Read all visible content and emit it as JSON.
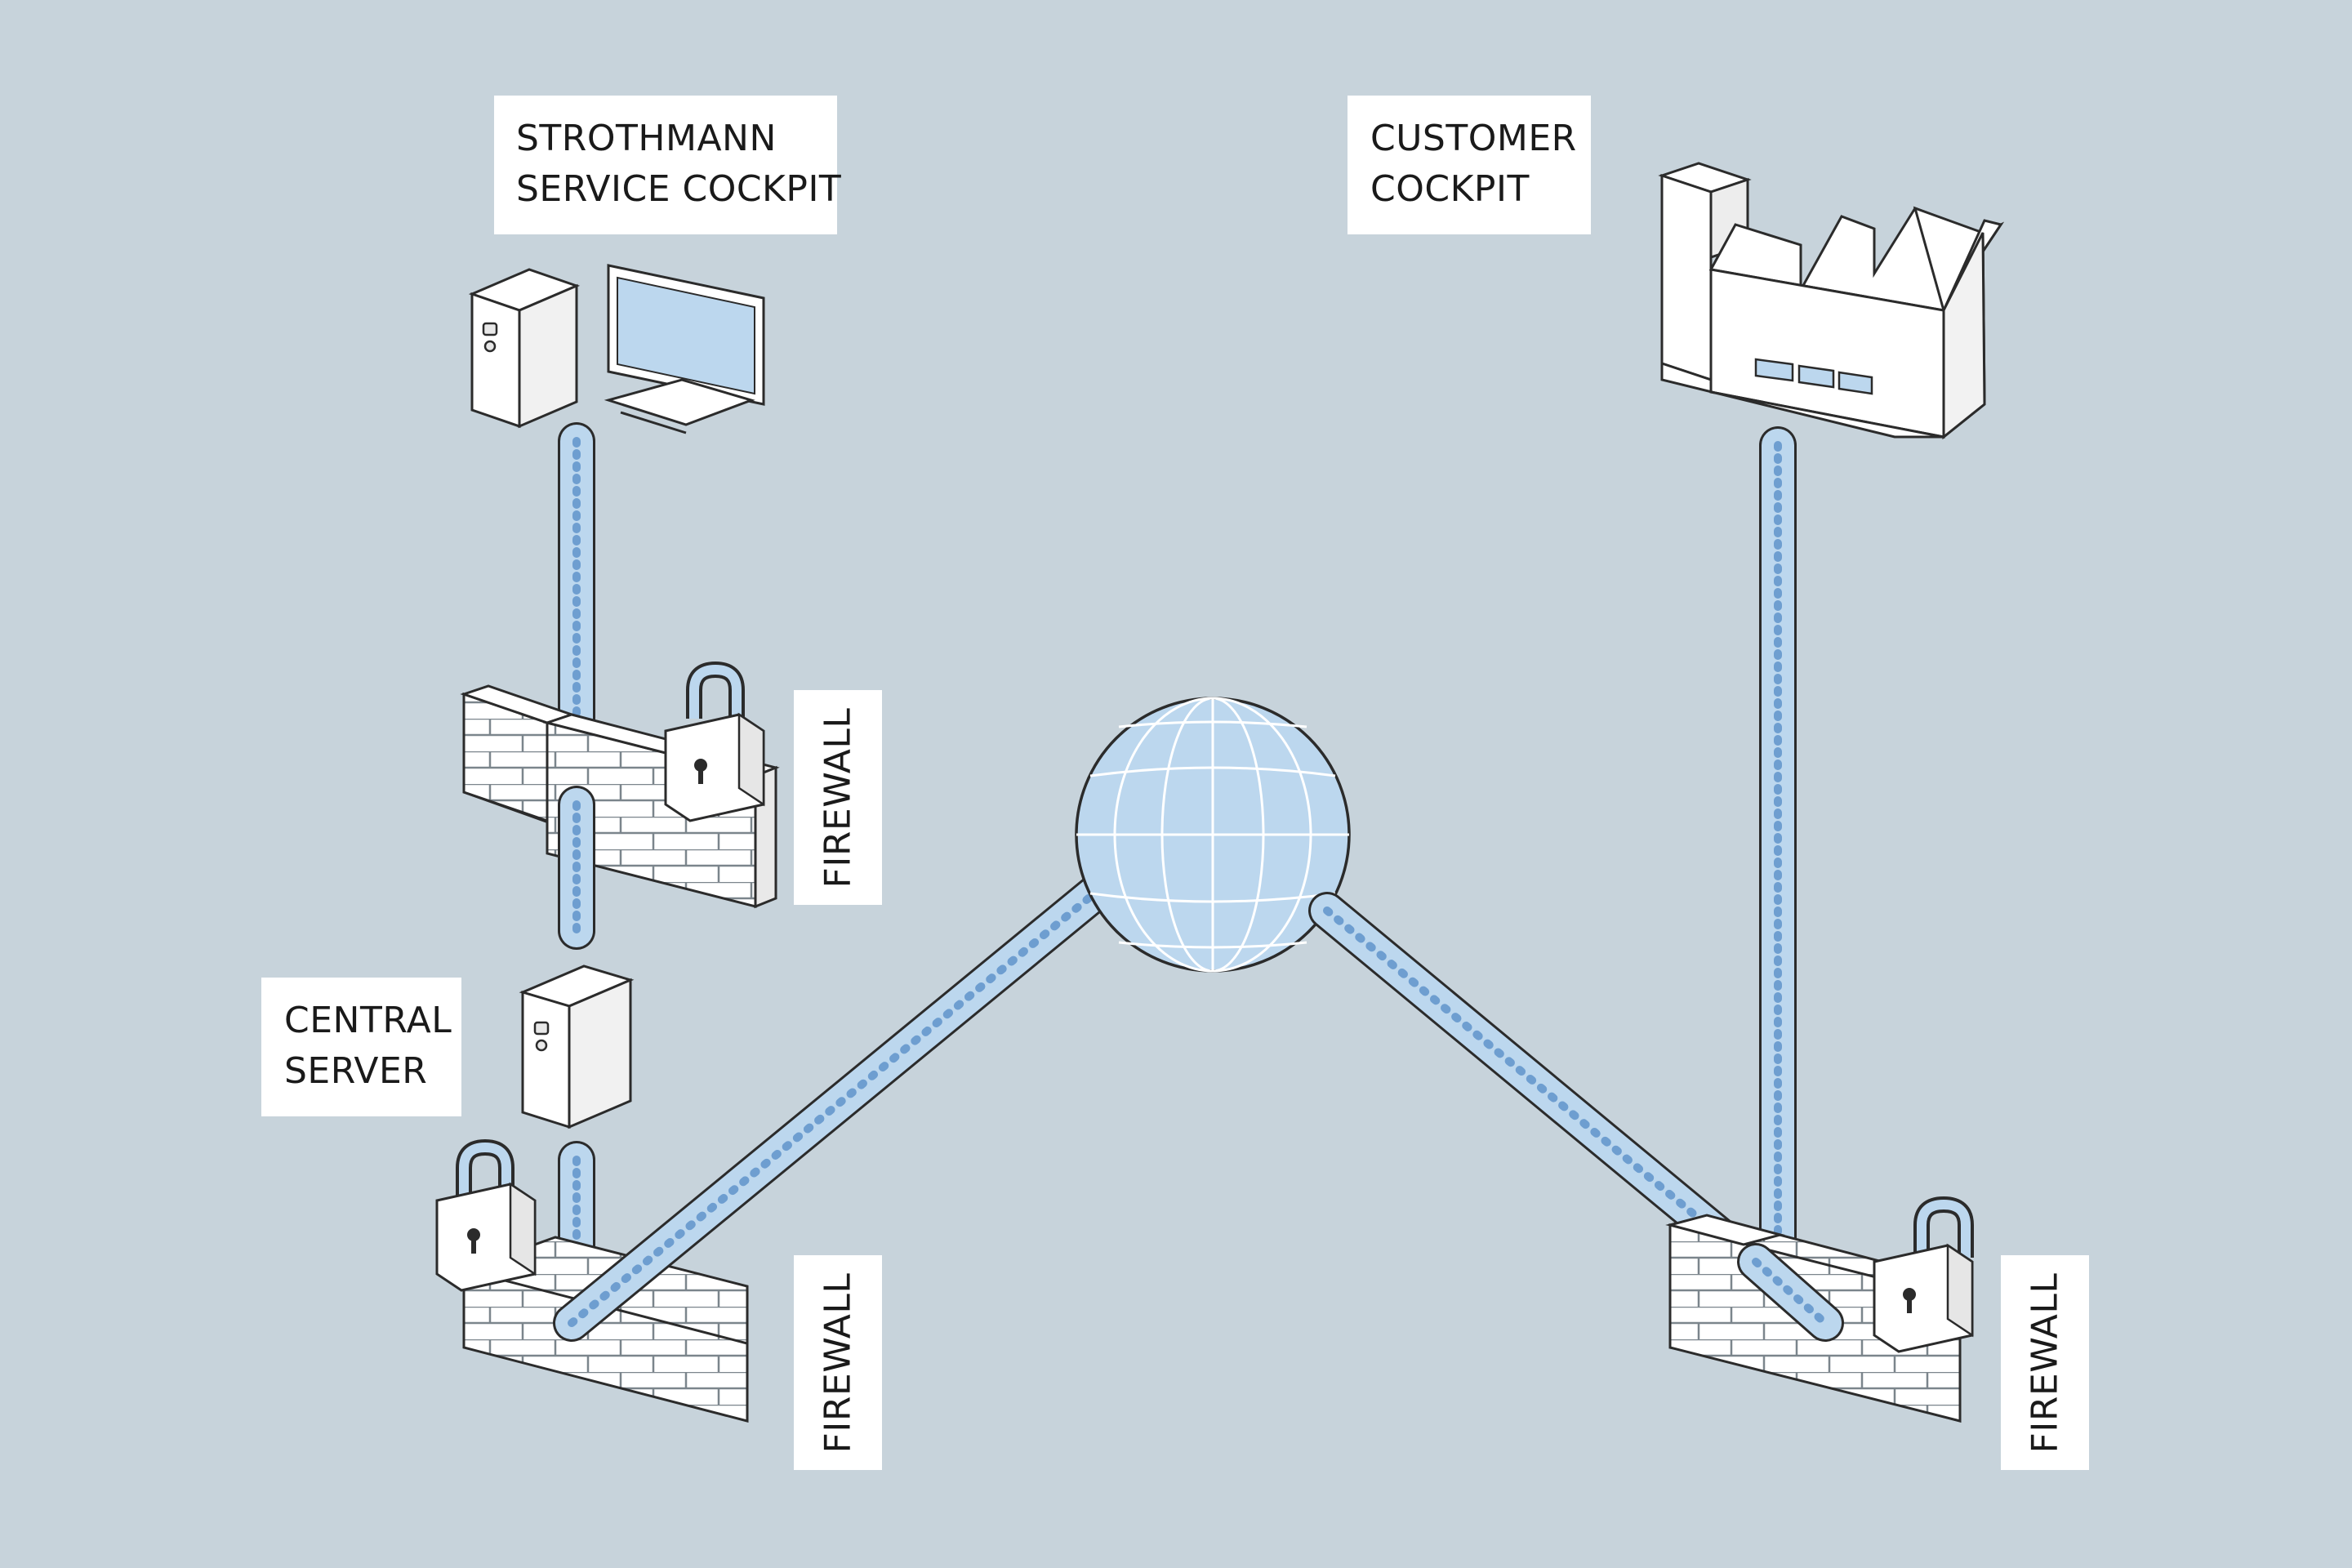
{
  "background_color": "#c7d3db",
  "accent_color": "#bcd7ee",
  "labels": {
    "service_cockpit": "STROTHMANN\nSERVICE COCKPIT",
    "customer_cockpit": "CUSTOMER\nCOCKPIT",
    "central_server": "CENTRAL\nSERVER",
    "firewall_upper_left": "FIREWALL",
    "firewall_lower_left": "FIREWALL",
    "firewall_right": "FIREWALL"
  }
}
